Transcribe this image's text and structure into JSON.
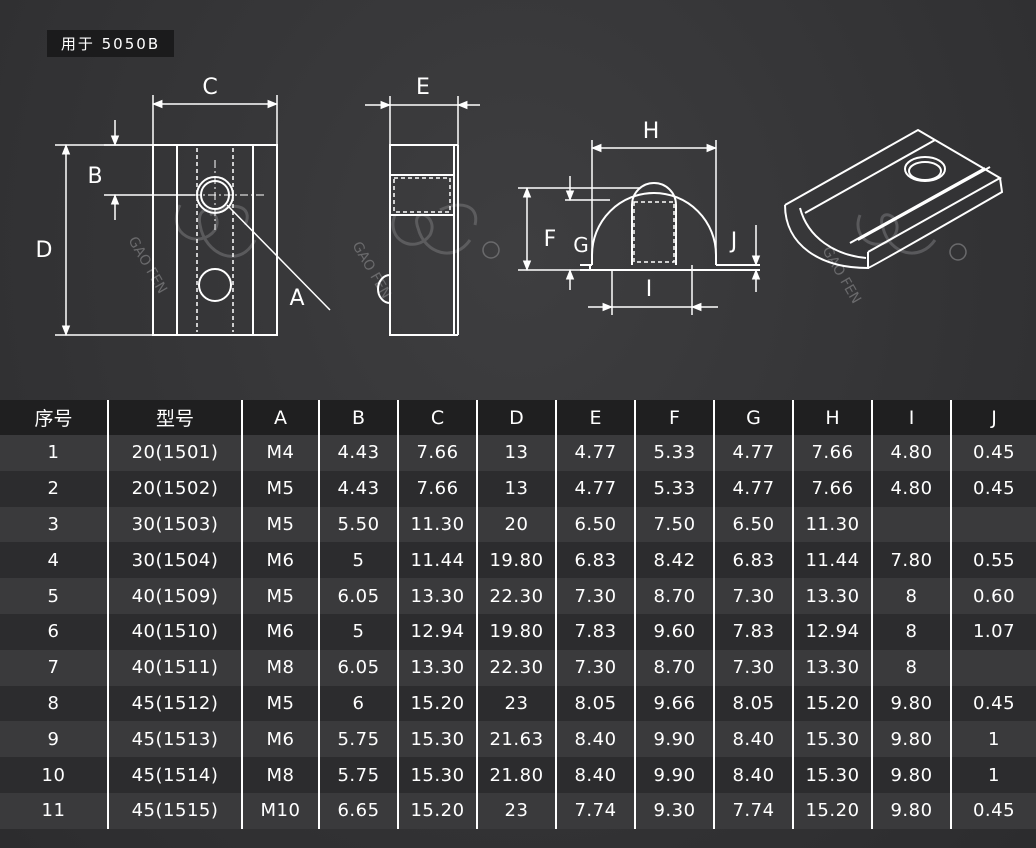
{
  "tag": "用于 5050B",
  "drawing_labels": {
    "C": "C",
    "B": "B",
    "D": "D",
    "A": "A",
    "E": "E",
    "H": "H",
    "F": "F",
    "G": "G",
    "J": "J",
    "I": "I"
  },
  "watermark": "GAO FEN",
  "table": {
    "headers": [
      "序号",
      "型号",
      "A",
      "B",
      "C",
      "D",
      "E",
      "F",
      "G",
      "H",
      "I",
      "J"
    ],
    "rows": [
      [
        "1",
        "20(1501)",
        "M4",
        "4.43",
        "7.66",
        "13",
        "4.77",
        "5.33",
        "4.77",
        "7.66",
        "4.80",
        "0.45"
      ],
      [
        "2",
        "20(1502)",
        "M5",
        "4.43",
        "7.66",
        "13",
        "4.77",
        "5.33",
        "4.77",
        "7.66",
        "4.80",
        "0.45"
      ],
      [
        "3",
        "30(1503)",
        "M5",
        "5.50",
        "11.30",
        "20",
        "6.50",
        "7.50",
        "6.50",
        "11.30",
        "",
        ""
      ],
      [
        "4",
        "30(1504)",
        "M6",
        "5",
        "11.44",
        "19.80",
        "6.83",
        "8.42",
        "6.83",
        "11.44",
        "7.80",
        "0.55"
      ],
      [
        "5",
        "40(1509)",
        "M5",
        "6.05",
        "13.30",
        "22.30",
        "7.30",
        "8.70",
        "7.30",
        "13.30",
        "8",
        "0.60"
      ],
      [
        "6",
        "40(1510)",
        "M6",
        "5",
        "12.94",
        "19.80",
        "7.83",
        "9.60",
        "7.83",
        "12.94",
        "8",
        "1.07"
      ],
      [
        "7",
        "40(1511)",
        "M8",
        "6.05",
        "13.30",
        "22.30",
        "7.30",
        "8.70",
        "7.30",
        "13.30",
        "8",
        ""
      ],
      [
        "8",
        "45(1512)",
        "M5",
        "6",
        "15.20",
        "23",
        "8.05",
        "9.66",
        "8.05",
        "15.20",
        "9.80",
        "0.45"
      ],
      [
        "9",
        "45(1513)",
        "M6",
        "5.75",
        "15.30",
        "21.63",
        "8.40",
        "9.90",
        "8.40",
        "15.30",
        "9.80",
        "1"
      ],
      [
        "10",
        "45(1514)",
        "M8",
        "5.75",
        "15.30",
        "21.80",
        "8.40",
        "9.90",
        "8.40",
        "15.30",
        "9.80",
        "1"
      ],
      [
        "11",
        "45(1515)",
        "M10",
        "6.65",
        "15.20",
        "23",
        "7.74",
        "9.30",
        "7.74",
        "15.20",
        "9.80",
        "0.45"
      ]
    ]
  },
  "colors": {
    "background": "#343436",
    "header_bg": "#1f1f20",
    "row_light": "#3a3a3c",
    "row_dark": "#2c2c2e",
    "line": "#ffffff"
  }
}
